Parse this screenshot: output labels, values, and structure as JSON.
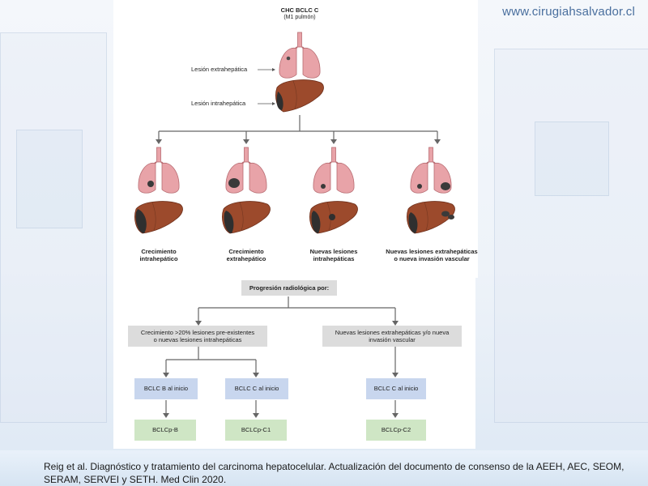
{
  "watermark": "www.cirugiahsalvador.cl",
  "diagram": {
    "title": "CHC BCLC C",
    "subtitle": "(M1 pulmón)",
    "label_extrahepatic": "Lesión extrahepática",
    "label_intrahepatic": "Lesión intrahepática",
    "stages": [
      {
        "line1": "Crecimiento",
        "line2": "intrahepático"
      },
      {
        "line1": "Crecimiento",
        "line2": "extrahepático"
      },
      {
        "line1": "Nuevas lesiones",
        "line2": "intrahepáticas"
      },
      {
        "line1": "Nuevas lesiones extrahepáticas",
        "line2": "o nueva invasión vascular"
      }
    ]
  },
  "flowchart": {
    "root": "Progresión radiológica por:",
    "left_branch_line1": "Crecimiento >20% lesiones pre-existentes",
    "left_branch_line2": "o nuevas lesiones intrahepáticas",
    "right_branch_line1": "Nuevas lesiones extrahepáticas y/o nueva",
    "right_branch_line2": "invasión vascular",
    "bclc_b": "BCLC B al inicio",
    "bclc_c_left": "BCLC C al inicio",
    "bclc_c_right": "BCLC C al inicio",
    "out_b": "BCLCp-B",
    "out_c1": "BCLCp-C1",
    "out_c2": "BCLCp-C2"
  },
  "caption": {
    "text": "Reig et al. Diagnóstico y tratamiento del carcinoma hepatocelular. Actualización del  documento de consenso de la AEEH, AEC, SEOM, SERAM, SERVEI y SETH. Med Clin 2020."
  },
  "colors": {
    "lung": "#e8a3a8",
    "liver": "#9c4a2c",
    "lesion": "#3a3a3a",
    "box_gray": "#dcdcdc",
    "box_blue": "#c8d6ee",
    "box_green": "#cfe6c5"
  }
}
